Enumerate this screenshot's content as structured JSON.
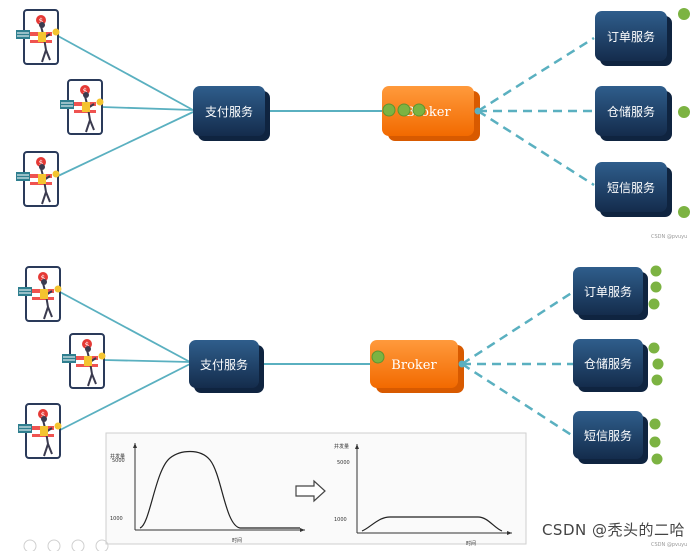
{
  "top_diagram": {
    "payment": "支付服务",
    "broker": "Broker",
    "services": [
      "订单服务",
      "仓储服务",
      "短信服务"
    ],
    "credit": "CSDN @pvuyu"
  },
  "bottom_diagram": {
    "payment": "支付服务",
    "broker": "Broker",
    "services": [
      "订单服务",
      "仓储服务",
      "短信服务"
    ]
  },
  "charts": {
    "left": {
      "ylabel": "并发量",
      "xlabel": "时间",
      "y_high": "5000",
      "y_low": "1000"
    },
    "right": {
      "ylabel": "并发量",
      "xlabel": "时间",
      "y_high": "5000",
      "y_low": "1000"
    }
  },
  "watermark": "CSDN @秃头的二哈",
  "bottom_credit": "CSDN @pvuyu",
  "colors": {
    "service_box": "#1e3f66",
    "broker": "#ff7a1a",
    "line": "#5ab0c0",
    "dot": "#7cb342"
  }
}
